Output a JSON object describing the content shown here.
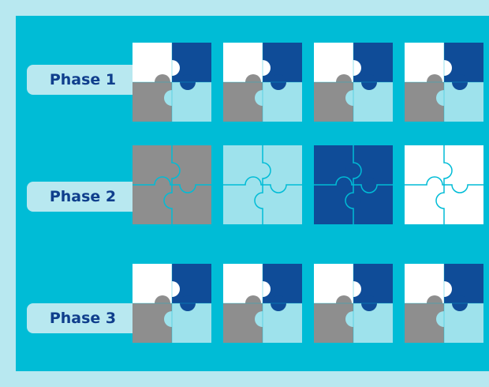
{
  "colors": {
    "background_outer": "#b8e8f0",
    "panel": "#00bcd6",
    "label_box": "#b8e8f0",
    "label_text": "#0f3e8c",
    "piece_white": "#ffffff",
    "piece_navy": "#0f4c98",
    "piece_gray": "#8e8e8e",
    "piece_light": "#9ee2ec",
    "seam": "#00bcd6"
  },
  "rows": [
    {
      "label": "Phase 1",
      "tiles": [
        {
          "pieces": [
            "white",
            "navy",
            "gray",
            "light"
          ]
        },
        {
          "pieces": [
            "white",
            "navy",
            "gray",
            "light"
          ]
        },
        {
          "pieces": [
            "white",
            "navy",
            "gray",
            "light"
          ]
        },
        {
          "pieces": [
            "white",
            "navy",
            "gray",
            "light"
          ]
        }
      ]
    },
    {
      "label": "Phase 2",
      "tiles": [
        {
          "pieces": [
            "gray",
            "gray",
            "gray",
            "gray"
          ]
        },
        {
          "pieces": [
            "light",
            "light",
            "light",
            "light"
          ]
        },
        {
          "pieces": [
            "navy",
            "navy",
            "navy",
            "navy"
          ]
        },
        {
          "pieces": [
            "white",
            "white",
            "white",
            "white"
          ]
        }
      ]
    },
    {
      "label": "Phase 3",
      "tiles": [
        {
          "pieces": [
            "white",
            "navy",
            "gray",
            "light"
          ]
        },
        {
          "pieces": [
            "white",
            "navy",
            "gray",
            "light"
          ]
        },
        {
          "pieces": [
            "white",
            "navy",
            "gray",
            "light"
          ]
        },
        {
          "pieces": [
            "white",
            "navy",
            "gray",
            "light"
          ]
        }
      ]
    }
  ]
}
